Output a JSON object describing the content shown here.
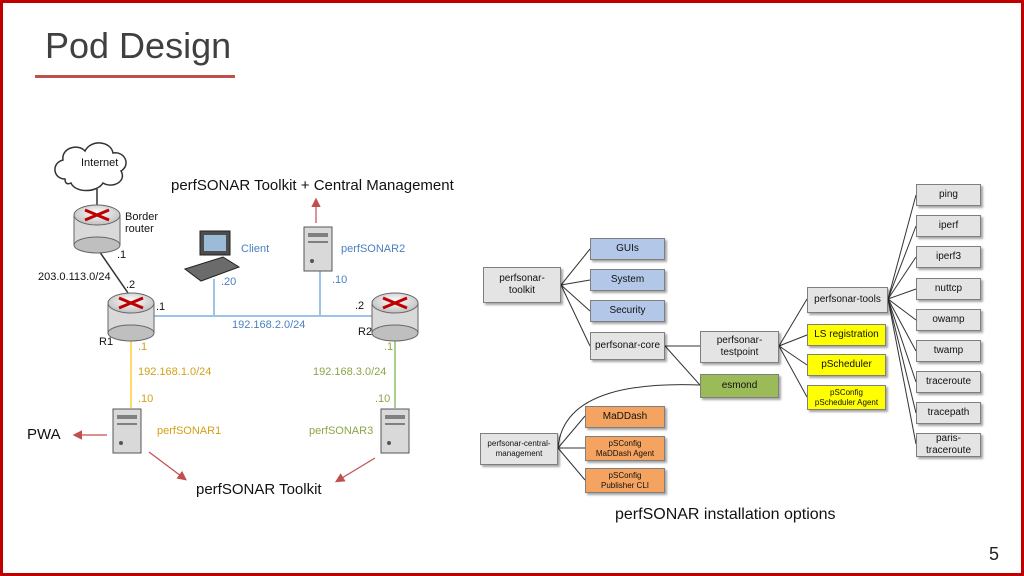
{
  "slide": {
    "title": "Pod Design",
    "page_number": "5"
  },
  "network": {
    "internet": "Internet",
    "border_router": "Border\nrouter",
    "client": "Client",
    "perfsonar1": "perfSONAR1",
    "perfsonar2": "perfSONAR2",
    "perfsonar3": "perfSONAR3",
    "r1": "R1",
    "r2": "R2",
    "subnet_upstream": "203.0.113.0/24",
    "subnet_core": "192.168.2.0/24",
    "subnet_r1": "192.168.1.0/24",
    "subnet_r2": "192.168.3.0/24",
    "addr_border_1": ".1",
    "addr_r1_2": ".2",
    "addr_r1_core": ".1",
    "addr_r2_core": ".2",
    "addr_client": ".20",
    "addr_ps2": ".10",
    "addr_r1_down": ".1",
    "addr_ps1": ".10",
    "addr_r2_down": ".1",
    "addr_ps3": ".10",
    "label_central": "perfSONAR Toolkit + Central Management",
    "label_pwa": "PWA",
    "label_toolkit": "perfSONAR Toolkit"
  },
  "options": {
    "caption": "perfSONAR installation options",
    "toolkit": "perfsonar-\ntoolkit",
    "guis": "GUIs",
    "system": "System",
    "security": "Security",
    "core": "perfsonar-core",
    "testpoint": "perfsonar-\ntestpoint",
    "esmond": "esmond",
    "tools": "perfsonar-tools",
    "ls_registration": "LS registration",
    "pscheduler": "pScheduler",
    "psconfig_agent": "pSConfig\npScheduler Agent",
    "central_mgmt": "perfsonar-central-\nmanagement",
    "maddash": "MaDDash",
    "psconfig_maddash": "pSConfig\nMaDDash Agent",
    "psconfig_publisher": "pSConfig\nPublisher CLI",
    "tool_items": [
      "ping",
      "iperf",
      "iperf3",
      "nuttcp",
      "owamp",
      "twamp",
      "traceroute",
      "tracepath",
      "paris-\ntraceroute"
    ]
  },
  "colors": {
    "border": "#c00000",
    "accent": "#c0504d",
    "gui_box": "#b3c8e8",
    "yellow_box": "#ffff00",
    "orange_box": "#f4a460",
    "green_box": "#9bbb59",
    "gray_box": "#e4e4e4"
  }
}
